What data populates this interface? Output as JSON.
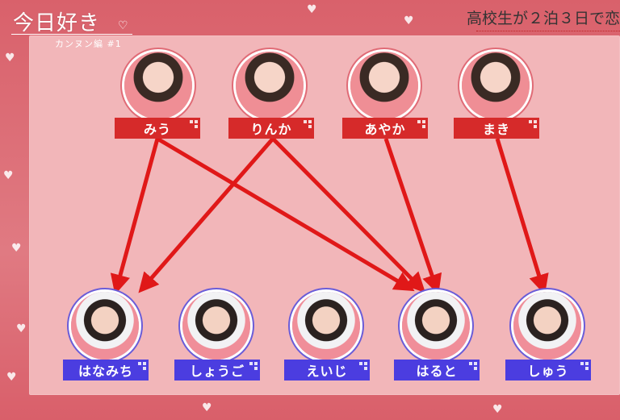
{
  "logo": {
    "main": "今日好き",
    "sub": "カンヌン編 #1"
  },
  "caption": "高校生が２泊３日で恋",
  "girls": [
    {
      "name": "みう"
    },
    {
      "name": "りんか"
    },
    {
      "name": "あやか"
    },
    {
      "name": "まき"
    }
  ],
  "boys": [
    {
      "name": "はなみち"
    },
    {
      "name": "しょうご"
    },
    {
      "name": "えいじ"
    },
    {
      "name": "はると"
    },
    {
      "name": "しゅう"
    }
  ],
  "arrows": [
    {
      "from": "みう",
      "to": "はなみち"
    },
    {
      "from": "みう",
      "to": "はると"
    },
    {
      "from": "りんか",
      "to": "はなみち"
    },
    {
      "from": "りんか",
      "to": "はると"
    },
    {
      "from": "あやか",
      "to": "はると"
    },
    {
      "from": "まき",
      "to": "しゅう"
    }
  ],
  "colors": {
    "girl_label": "#d62a2a",
    "boy_label": "#4b3de0",
    "arrow": "#e01818",
    "panel": "#f2b6b9"
  }
}
